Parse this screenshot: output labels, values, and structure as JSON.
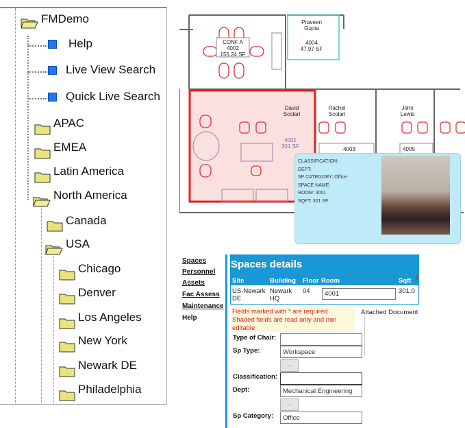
{
  "tree": {
    "root": "FMDemo",
    "links": [
      "Help",
      "Live View Search",
      "Quick Live Search"
    ],
    "regions": [
      "APAC",
      "EMEA",
      "Latin America",
      "North America"
    ],
    "countries": [
      "Canada",
      "USA"
    ],
    "cities": [
      "Chicago",
      "Denver",
      "Los Angeles",
      "New York",
      "Newark DE",
      "Philadelphia"
    ]
  },
  "floorplan": {
    "rooms": [
      {
        "name": "CONF A",
        "number": "4002",
        "area": "155.24 SF"
      },
      {
        "name": "Praveen Gupta",
        "number": "4004",
        "area": "47.97 SF"
      },
      {
        "name": "David Scolari",
        "number": "4001",
        "area": "301 SF"
      },
      {
        "name": "Rachel Scolari",
        "number": "4003",
        "area": ""
      },
      {
        "name": "John Lewis",
        "number": "4005",
        "area": ""
      }
    ],
    "highlight_color": "#e02020"
  },
  "tooltip": {
    "lines": [
      "CLASSIFICATION:",
      "DEPT:",
      "SP CATEGORY: Office",
      "SPACE NAME:",
      "ROOM: 4001",
      "SQFT: 301 SF"
    ]
  },
  "nav": [
    "Spaces",
    "Personnel",
    "Assets",
    "Fac Assess",
    "Maintenance",
    "Help"
  ],
  "form": {
    "title": "Spaces details",
    "columns": [
      "Site",
      "Building",
      "Floor",
      "Room",
      "Sqft"
    ],
    "row": {
      "site": "US-Newark DE",
      "building": "Newark HQ",
      "floor": "04",
      "room": "4001",
      "sqft": "301.0"
    },
    "required_marker": "!",
    "notice": [
      "Fields marked with * are required",
      "Shaded fields are read only and non editable"
    ],
    "attached_label": "Attached Document",
    "fields": {
      "type_of_chair": {
        "label": "Type of Chair:",
        "value": ""
      },
      "sp_type": {
        "label": "Sp Type:",
        "value": "Workspace"
      },
      "classification": {
        "label": "Classification:",
        "value": ""
      },
      "dept": {
        "label": "Dept:",
        "value": "Mechanical Engineering"
      },
      "sp_category": {
        "label": "Sp Category:",
        "value": "Office"
      }
    },
    "browse_label": "..."
  },
  "colors": {
    "accent": "#1a98d5",
    "tooltip_bg": "#bfeaf8",
    "folder": "#e8e47a",
    "error": "#e02020"
  }
}
